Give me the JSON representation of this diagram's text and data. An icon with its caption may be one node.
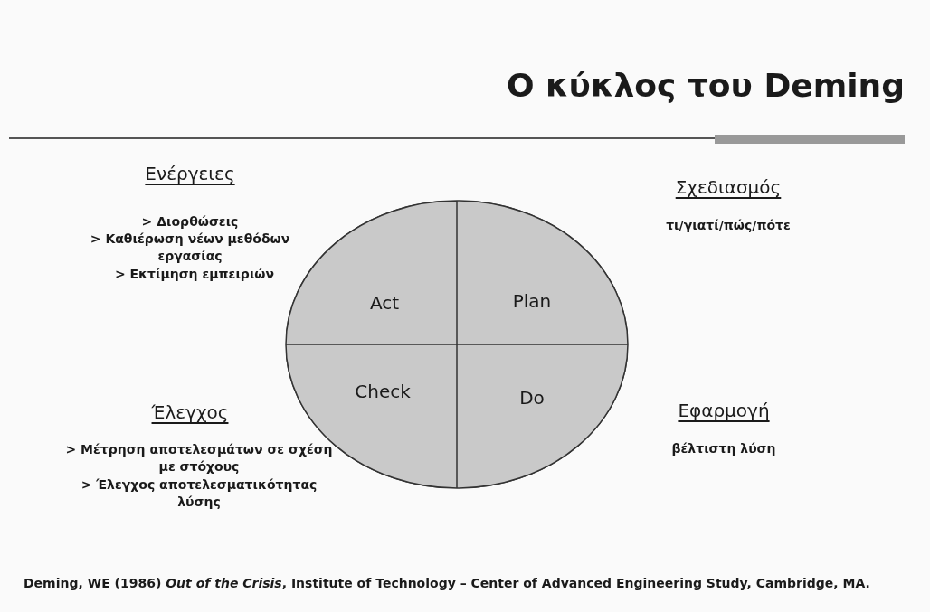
{
  "diagram": {
    "title": "Ο κύκλος του Deming",
    "caption": "Deming, WE (1986) *Out of the Crisis*, Institute of Technology – Center of Advanced Engineering Study, Cambridge, MA.",
    "nodes": [
      {
        "text": [],
        "shape": "circle"
      },
      {
        "text": [
          "Act"
        ],
        "in": 0
      },
      {
        "text": [
          "Plan"
        ],
        "in": 0
      },
      {
        "text": [
          "Check"
        ],
        "in": 0
      },
      {
        "text": [
          "Do"
        ],
        "in": 0
      }
    ],
    "labels": [
      "Ενέργειες",
      "> Διορθώσεις",
      "> Καθιέρωση νέων μεθόδων εργασίας",
      "> Εκτίμηση εμπειριών",
      "Σχεδιασμός",
      "τι/γιατί/πώς/πότε",
      "Έλεγχος",
      "> Μέτρηση αποτελεσμάτων σε σχέση με στόχους",
      "> Έλεγχος αποτελεσματικότητας λύσης",
      "Εφαρμογή",
      "βέλτιστη λύση"
    ]
  }
}
